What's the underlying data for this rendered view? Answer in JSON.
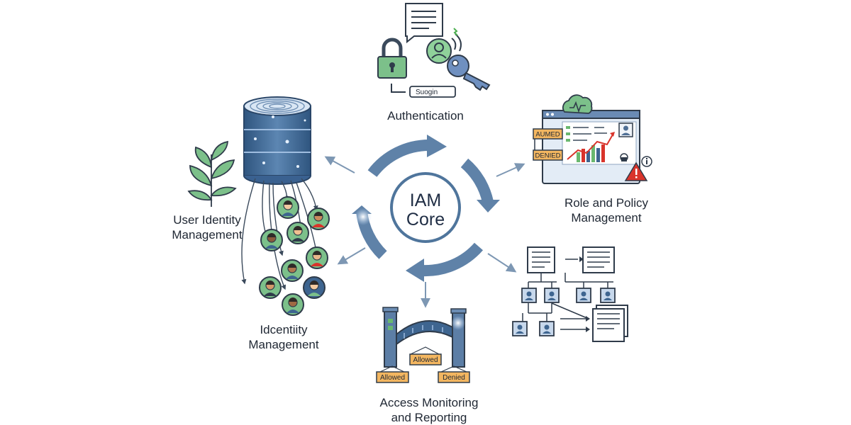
{
  "core": {
    "title": "IAM\nCore"
  },
  "modules": {
    "authentication": {
      "label": "Authentication",
      "login_field": "Suogin"
    },
    "role_policy": {
      "label": "Role and Policy\nManagement",
      "tags": [
        "AUMED",
        "DENIED"
      ]
    },
    "access_monitoring": {
      "label": "Access Monitoring\nand Reporting",
      "gate_tags": [
        "Allowed",
        "Allowed",
        "Denied"
      ]
    },
    "identity": {
      "label": "Idcentiity\nManagement"
    },
    "user_identity": {
      "label": "User Identity\nManagement"
    }
  },
  "colors": {
    "cycle_arrow": "#5f82a8",
    "core_ring": "#4f759c",
    "db_blue": "#3e6590",
    "tag_orange": "#f3b660",
    "accent_green": "#6ab86f",
    "alert_red": "#d9342b"
  }
}
